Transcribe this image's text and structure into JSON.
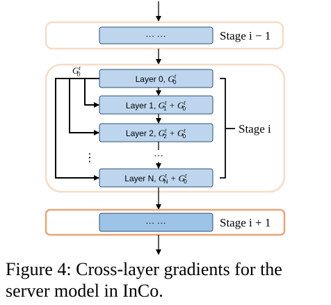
{
  "stages": {
    "prev": {
      "box_text": "··· ···",
      "label": "Stage i − 1"
    },
    "current": {
      "label": "Stage i"
    },
    "next": {
      "box_text": "··· ···",
      "label": "Stage i + 1"
    }
  },
  "layers": [
    {
      "name": "Layer 0, ",
      "g": "G",
      "sub": "0",
      "sup": "t",
      "extra": ""
    },
    {
      "name": "Layer 1, ",
      "g": "G",
      "sub": "1",
      "sup": "t",
      "extra": " + G"
    },
    {
      "name": "Layer 2, ",
      "g": "G",
      "sub": "2",
      "sup": "t",
      "extra": " + G"
    },
    {
      "name": "Layer N, ",
      "g": "G",
      "sub": "N",
      "sup": "t",
      "extra": " + G"
    }
  ],
  "dots_between_layers": "···",
  "side_dots": "⋮",
  "g0_label": {
    "g": "G",
    "sub": "0",
    "sup": "t"
  },
  "caption": {
    "line1": "Figure 4:  Cross-layer gradients for the",
    "line2": "server model in InCo."
  },
  "colors": {
    "stage_border_light": "#f6dcc8",
    "stage_border_dark": "#e8a477",
    "layer_fill": "#bdd6ee",
    "layer_fill_dark": "#9dc3e6",
    "layer_border": "#2f4f6f"
  }
}
